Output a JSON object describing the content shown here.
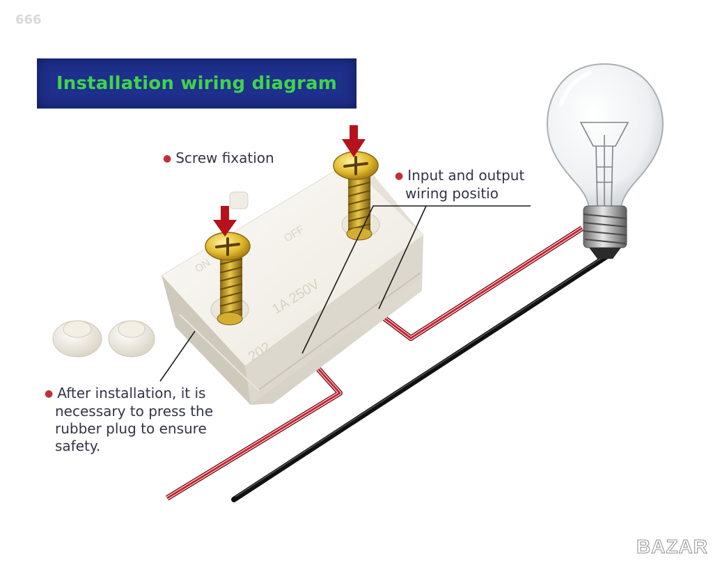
{
  "corner_mark": "666",
  "title": "Installation wiring diagram",
  "labels": {
    "screw_fixation": "Screw fixation",
    "io_line1": "Input and output",
    "io_line2": "wiring positio",
    "after_line1": "After installation, it is",
    "after_line2": "necessary to press the",
    "after_line3": "rubber plug to ensure",
    "after_line4": "safety."
  },
  "switch_marks": {
    "off": "OFF",
    "on": "ON",
    "rating": "1A 250V",
    "model": "202"
  },
  "watermark": "BAZAR",
  "colors": {
    "banner": "#1e2f8c",
    "title": "#3fd44a",
    "wire_red": "#c8202e",
    "wire_black": "#1a1a1a",
    "arrow": "#b5121b",
    "bullet": "#c0303b"
  }
}
